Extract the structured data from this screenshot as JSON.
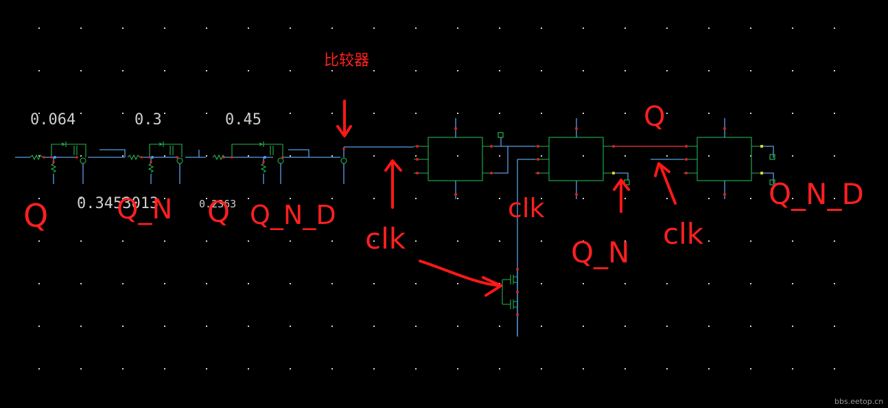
{
  "schematic": {
    "labels": {
      "title_comparator": "比较器",
      "value_1": "0.064",
      "value_2": "0.3",
      "value_3": "0.45",
      "value_4": "0.3453013",
      "value_5": "0.2363"
    },
    "handwritten": {
      "q_1": "Q",
      "q_n_1": "Q_N",
      "q_2": "Q",
      "q_n_d_1": "Q_N_D",
      "clk_1": "clk",
      "clk_2": "clk",
      "q_n_2": "Q_N",
      "clk_3": "clk",
      "q_3": "Q",
      "q_n_d_2": "Q_N_D"
    },
    "watermark": "bbs.eetop.cn"
  },
  "colors": {
    "background": "#000000",
    "wire": "#5aa0e6",
    "block": "#1fa64a",
    "annotation": "#ff2020",
    "value_text": "#cfcfcf"
  }
}
